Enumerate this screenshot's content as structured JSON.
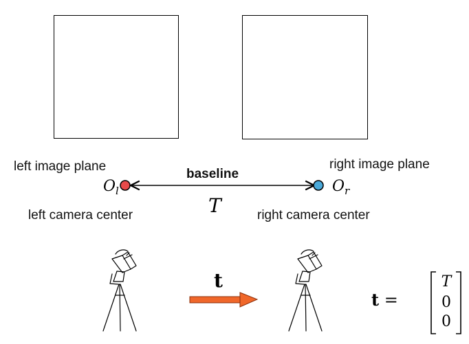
{
  "labels": {
    "left_plane": "left image plane",
    "right_plane": "right image plane",
    "baseline": "baseline",
    "left_center": "left camera center",
    "right_center": "right camera center"
  },
  "math": {
    "O_left": "O",
    "O_left_sub": "l",
    "O_right": "O",
    "O_right_sub": "r",
    "T": "T",
    "t_arrow": "t",
    "t_eq": "t =",
    "vector": [
      "T",
      "0",
      "0"
    ]
  },
  "colors": {
    "left_center_dot": "#e84a4a",
    "right_center_dot": "#4aa9d9",
    "translation_arrow": "#f0672a"
  },
  "icons": [
    "camera-on-tripod-icon",
    "camera-on-tripod-icon"
  ]
}
